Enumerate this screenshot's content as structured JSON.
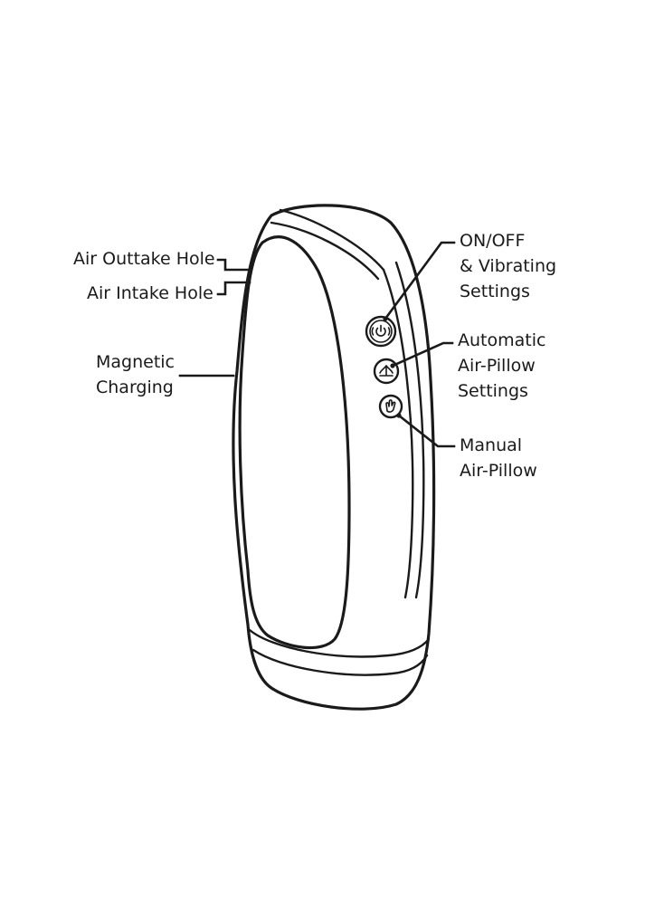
{
  "callouts": {
    "air_outtake_hole": "Air Outtake Hole",
    "air_intake_hole": "Air Intake Hole",
    "magnetic_charging": [
      "Magnetic",
      "Charging"
    ],
    "on_off": [
      "ON/OFF",
      "& Vibrating",
      "Settings"
    ],
    "automatic_air_pillow": [
      "Automatic",
      "Air-Pillow",
      "Settings"
    ],
    "manual_air_pillow": [
      "Manual",
      "Air-Pillow"
    ]
  },
  "buttons": [
    {
      "name": "on-off-vibration-button",
      "icon": "power-vibration-icon"
    },
    {
      "name": "automatic-air-pillow-button",
      "icon": "air-pillow-icon"
    },
    {
      "name": "manual-air-pillow-button",
      "icon": "hand-icon"
    }
  ],
  "colors": {
    "line": "#1a1a1a",
    "background": "#ffffff"
  }
}
